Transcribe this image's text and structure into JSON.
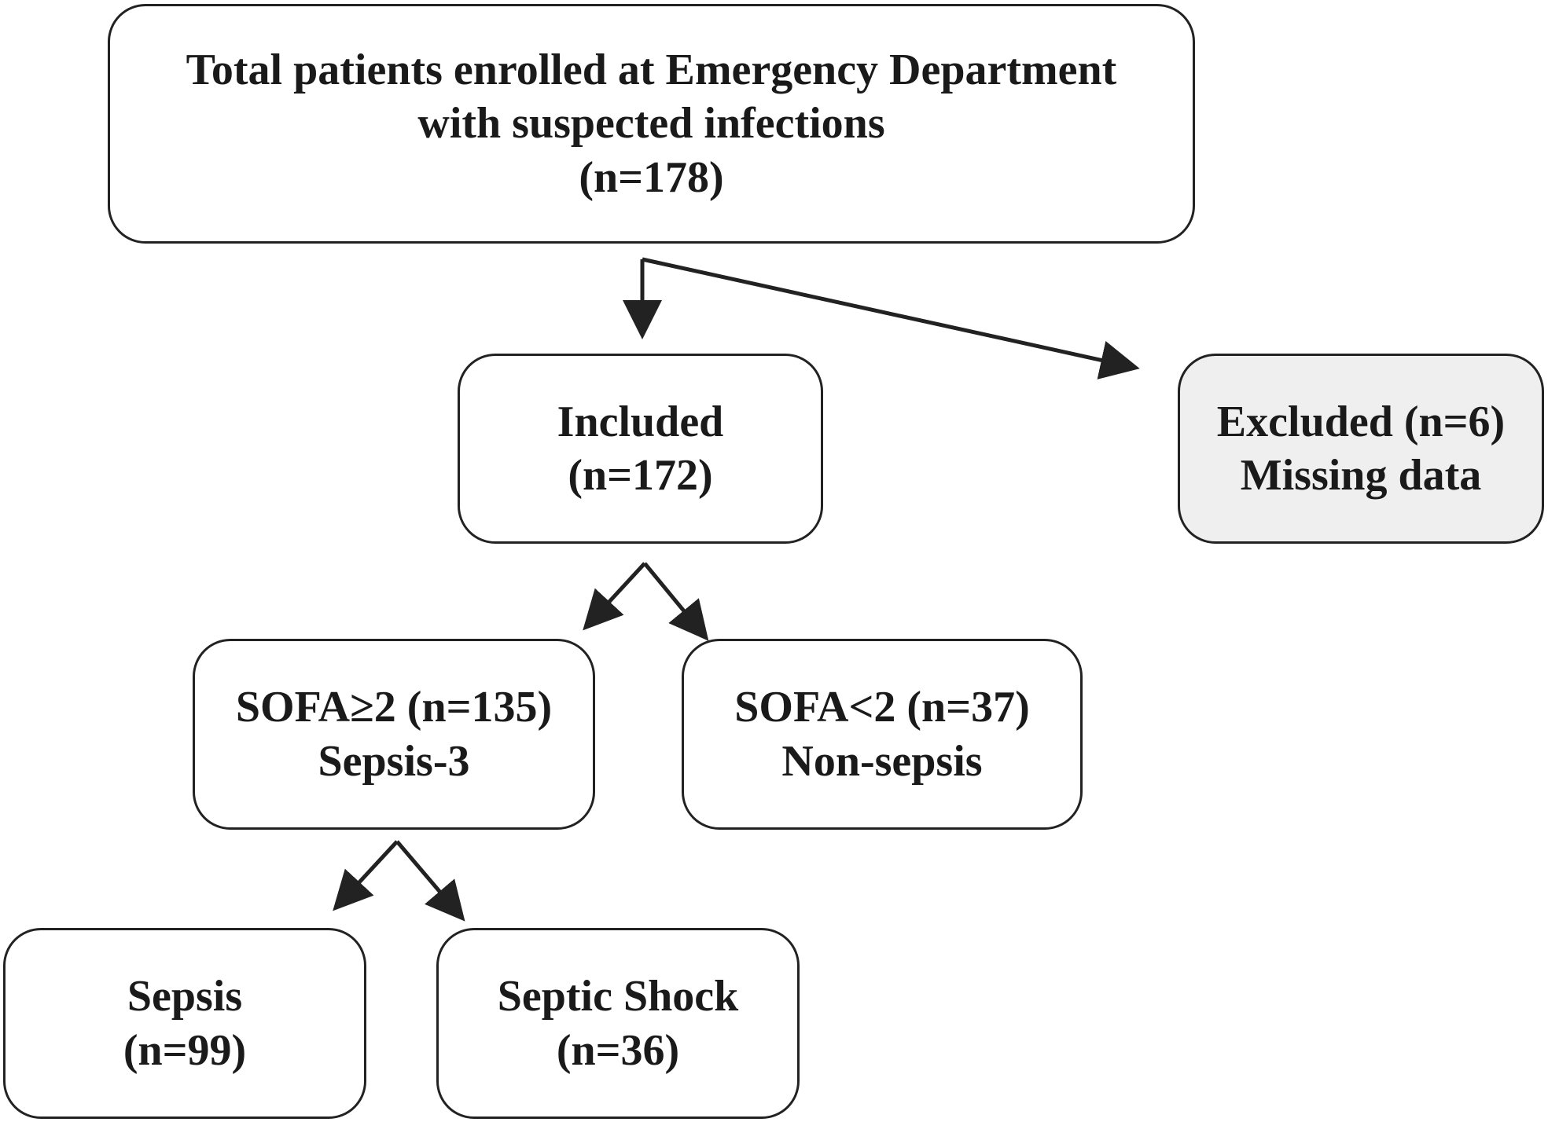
{
  "diagram": {
    "nodes": {
      "total": {
        "line1": "Total patients enrolled at Emergency Department",
        "line2": "with suspected infections",
        "count": "(n=178)"
      },
      "included": {
        "line1": "Included",
        "count": "(n=172)"
      },
      "excluded": {
        "line1": "Excluded (n=6)",
        "line2": "Missing data"
      },
      "sofa_ge2": {
        "line1": "SOFA≥2 (n=135)",
        "line2": "Sepsis-3"
      },
      "sofa_lt2": {
        "line1": "SOFA<2 (n=37)",
        "line2": "Non-sepsis"
      },
      "sepsis": {
        "line1": "Sepsis",
        "count": "(n=99)"
      },
      "septic_shock": {
        "line1": "Septic Shock",
        "count": "(n=36)"
      }
    },
    "edges": [
      {
        "from": "total",
        "to": "included"
      },
      {
        "from": "total",
        "to": "excluded"
      },
      {
        "from": "included",
        "to": "sofa_ge2"
      },
      {
        "from": "included",
        "to": "sofa_lt2"
      },
      {
        "from": "sofa_ge2",
        "to": "sepsis"
      },
      {
        "from": "sofa_ge2",
        "to": "septic_shock"
      }
    ]
  }
}
